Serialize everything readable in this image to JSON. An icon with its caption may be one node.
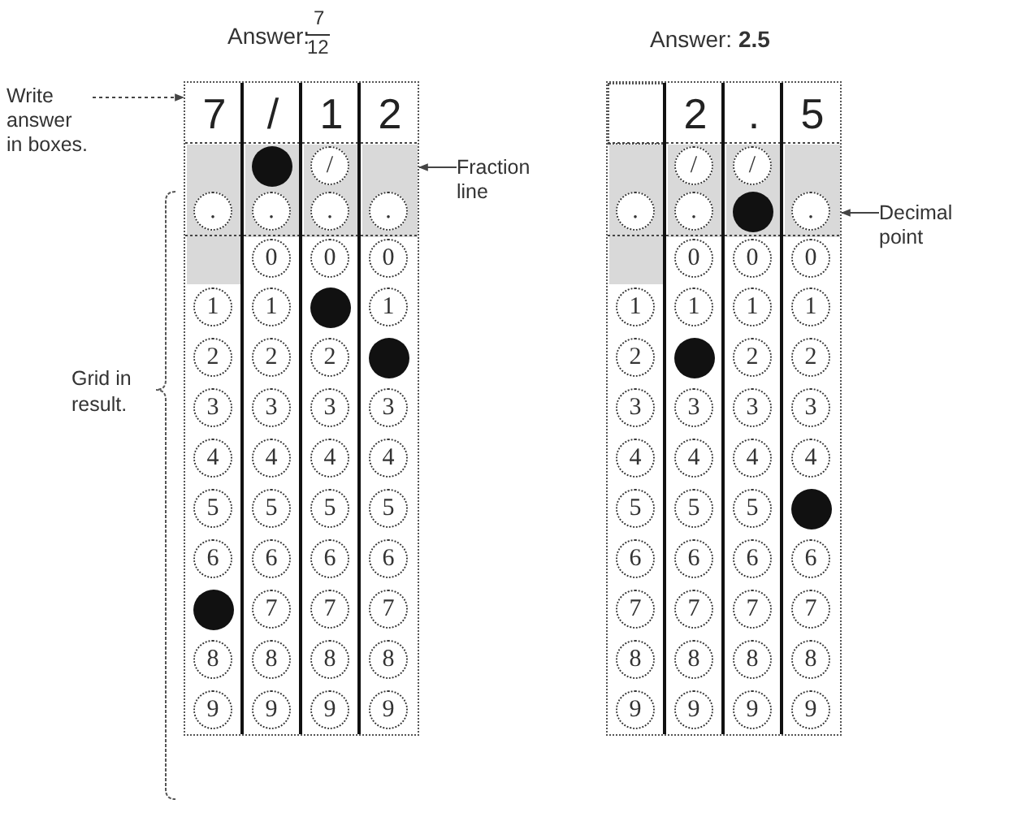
{
  "diagram": {
    "nodes": [
      {
        "text": [
          "Write answer in boxes."
        ]
      },
      {
        "text": [],
        "shape": "box"
      },
      {
        "text": [
          "7"
        ],
        "in": 1
      },
      {
        "text": [
          "/"
        ],
        "in": 1
      },
      {
        "text": [
          "1"
        ],
        "in": 1
      },
      {
        "text": [
          "2"
        ],
        "in": 1
      },
      {
        "text": [
          "Fraction line"
        ]
      },
      {
        "text": [],
        "shape": "box"
      },
      {
        "text": [],
        "shape": "box",
        "in": 7
      },
      {
        "text": [
          "2"
        ],
        "in": 7
      },
      {
        "text": [
          "."
        ],
        "in": 7
      },
      {
        "text": [
          "5"
        ],
        "in": 7
      },
      {
        "text": [
          "Decimal point"
        ]
      }
    ],
    "edges": [
      {
        "from": 0,
        "to": 2,
        "arrow": "to",
        "style": "dashed"
      },
      {
        "from": 6,
        "to": 1,
        "arrow": "to"
      },
      {
        "from": 12,
        "to": 7,
        "arrow": "to"
      }
    ],
    "labels": [
      "Answer:",
      "7",
      "12",
      "Answer: **2.5**",
      "Grid in result.",
      "/",
      ".",
      ".",
      ".",
      ".",
      "0",
      "0",
      "0",
      "1",
      "1",
      "1",
      "2",
      "2",
      "2",
      "3",
      "3",
      "3",
      "3",
      "4",
      "4",
      "4",
      "4",
      "5",
      "5",
      "5",
      "5",
      "6",
      "6",
      "6",
      "6",
      "7",
      "7",
      "7",
      "8",
      "8",
      "8",
      "8",
      "9",
      "9",
      "9",
      "9",
      "/",
      "/",
      ".",
      ".",
      ".",
      "0",
      "0",
      "0",
      "1",
      "1",
      "1",
      "1",
      "2",
      "2",
      "2",
      "3",
      "3",
      "3",
      "3",
      "4",
      "4",
      "4",
      "4",
      "5",
      "5",
      "5",
      "6",
      "6",
      "6",
      "6",
      "7",
      "7",
      "7",
      "7",
      "8",
      "8",
      "8",
      "8",
      "9",
      "9",
      "9",
      "9"
    ]
  }
}
